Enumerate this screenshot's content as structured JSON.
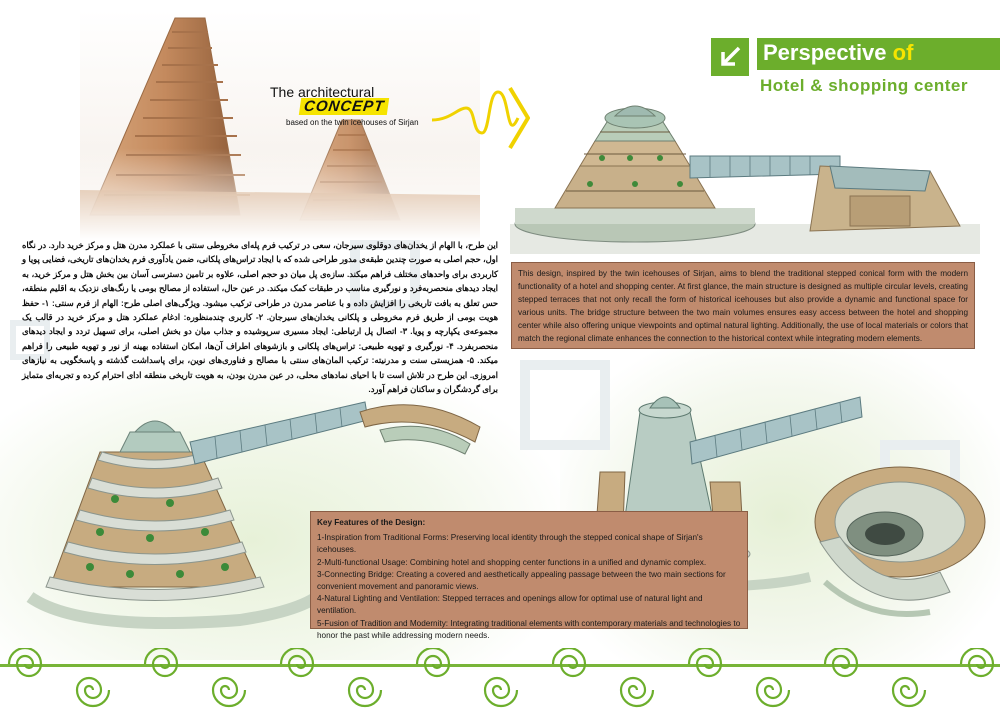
{
  "concept": {
    "line1": "The architectural",
    "line2": "CONCEPT",
    "line3": "based on the twin icehouses of Sirjan"
  },
  "header": {
    "title_main": "Perspective ",
    "title_of": "of",
    "subtitle": "Hotel & shopping center"
  },
  "persian_text": "این طرح، با الهام از یخدان‌های دوقلوی سیرجان، سعی در ترکیب فرم پله‌ای مخروطی سنتی با عملکرد مدرن هتل و مرکز خرید دارد. در نگاه اول، حجم اصلی به صورت چندین طبقه‌ی مدور طراحی شده که با ایجاد تراس‌های پلکانی، ضمن یادآوری فرم یخدان‌های تاریخی، فضایی پویا و کاربردی برای واحدهای مختلف فراهم میکند. سازه‌ی پل میان دو حجم اصلی، علاوه بر تامین دسترسی آسان بین بخش هتل و مرکز خرید، به ایجاد دیدهای منحصربه‌فرد و نورگیری مناسب در طبقات کمک میکند. در عین حال، استفاده از مصالح بومی یا رنگ‌های نزدیک به اقلیم منطقه، حس تعلق به بافت تاریخی را افزایش داده و با عناصر مدرن در طراحی ترکیب میشود. ویژگی‌های اصلی طرح: الهام از فرم سنتی: ۱- حفظ هویت بومی از طریق فرم مخروطی و پلکانی یخدان‌های سیرجان. ۲- کاربری چندمنظوره: ادغام عملکرد هتل و مرکز خرید در قالب یک مجموعه‌ی یکپارچه و پویا. ۳- اتصال پل ارتباطی: ایجاد مسیری سرپوشیده و جذاب میان دو بخش اصلی، برای تسهیل تردد و ایجاد دیدهای منحصربفرد. ۴- نورگیری و تهویه طبیعی: تراس‌های پلکانی و بازشوهای اطراف آن‌ها، امکان استفاده بهینه از نور و تهویه طبیعی را فراهم میکند. ۵- همزیستی سنت و مدرنیته: ترکیب المان‌های سنتی با مصالح و فناوری‌های نوین، برای پاسداشت گذشته و پاسخگویی به نیازهای امروزی. این طرح در تلاش است تا با احیای نمادهای محلی، در عین مدرن بودن، به هویت تاریخی منطقه ادای احترام کرده و تجربه‌ای متمایز برای گردشگران و ساکنان فراهم آورد.",
  "description": "This design, inspired by the twin icehouses of Sirjan, aims to blend the traditional stepped conical form with the modern functionality of a hotel and shopping center. At first glance, the main structure is designed as multiple circular levels, creating stepped terraces that not only recall the form of historical icehouses but also provide a dynamic and functional space for various units. The bridge structure between the two main volumes ensures easy access between the hotel and shopping center while also offering unique viewpoints and optimal natural lighting. Additionally, the use of local materials or colors that match the regional climate enhances the connection to the historical context while integrating modern elements.",
  "features": {
    "title": "Key Features of the Design:",
    "items": [
      "1-Inspiration from Traditional Forms: Preserving local identity through the stepped conical shape of Sirjan's icehouses.",
      "2-Multi-functional Usage: Combining hotel and shopping center functions in a unified and dynamic complex.",
      "3-Connecting Bridge: Creating a covered and aesthetically appealing passage between the two main sections for convenient movement and panoramic views.",
      "4-Natural Lighting and Ventilation: Stepped terraces and openings allow for optimal use of natural light and ventilation.",
      "5-Fusion of Tradition and Modernity: Integrating traditional elements with contemporary materials and technologies to honor the past while addressing modern needs."
    ]
  },
  "colors": {
    "accent_green": "#6cae2c",
    "accent_yellow": "#f6e400",
    "box_brown": "#c08b6e"
  },
  "icons": {
    "header_arrow": "arrow-down-left-icon",
    "footer_spirals": "spiral-icon"
  }
}
